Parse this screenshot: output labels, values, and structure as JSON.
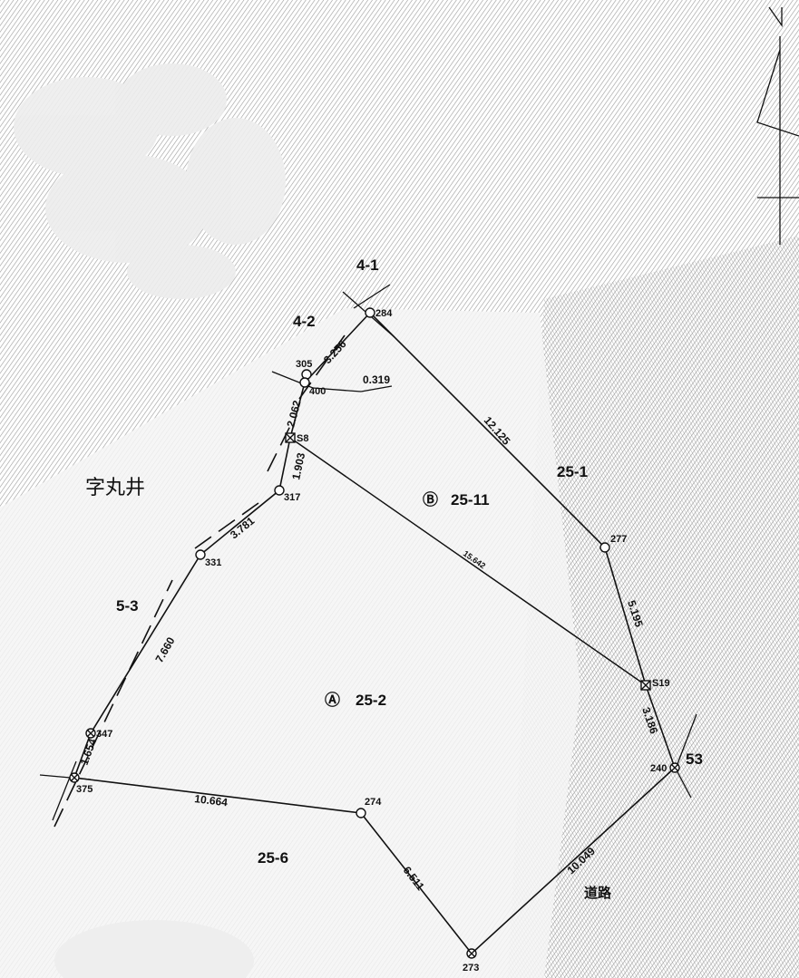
{
  "place_name": "字丸井",
  "road_label": "道路",
  "parcels": {
    "a_symbol": "Ⓐ",
    "a_label": "25-2",
    "b_symbol": "Ⓑ",
    "b_label": "25-11",
    "n_4_1": "4-1",
    "n_4_2": "4-2",
    "n_25_1": "25-1",
    "n_5_3": "5-3",
    "n_25_6": "25-6",
    "n_53": "53"
  },
  "points": {
    "p284": "284",
    "p305": "305",
    "p400": "400",
    "pS8": "S8",
    "p317": "317",
    "p331": "331",
    "p347": "347",
    "p375": "375",
    "p274": "274",
    "p273": "273",
    "p240": "240",
    "pS19": "S19",
    "p277": "277"
  },
  "distances": {
    "d_284_400": "3.256",
    "d_400_off": "0.319",
    "d_400_S8": "2.062",
    "d_S8_317": "1.903",
    "d_317_331": "3.781",
    "d_331_347": "7.660",
    "d_347_375": "1.654",
    "d_375_274": "10.664",
    "d_274_273": "6.511",
    "d_273_240": "10.049",
    "d_240_S19": "3.186",
    "d_S19_277": "5.195",
    "d_277_284": "12.125",
    "d_S8_S19": "15.642"
  },
  "north_label": "N"
}
